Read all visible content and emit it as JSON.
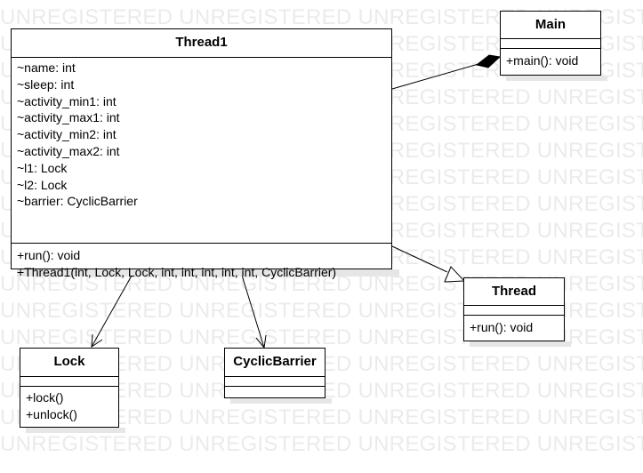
{
  "watermark": {
    "text": "UNREGISTERED UNREGISTERED UNREGISTERED UNREGISTERED UNREGISTERED"
  },
  "classes": {
    "thread1": {
      "name": "Thread1",
      "attributes": [
        "~name: int",
        "~sleep: int",
        "~activity_min1: int",
        "~activity_max1: int",
        "~activity_min2: int",
        "~activity_max2: int",
        "~l1: Lock",
        "~l2: Lock",
        "~barrier: CyclicBarrier"
      ],
      "operations": [
        "+run(): void",
        "+Thread1(int, Lock, Lock, int, int, int, int, int, CyclicBarrier)"
      ]
    },
    "main": {
      "name": "Main",
      "operations": [
        "+main(): void"
      ]
    },
    "thread": {
      "name": "Thread",
      "operations": [
        "+run(): void"
      ]
    },
    "lock": {
      "name": "Lock",
      "operations": [
        "+lock()",
        "+unlock()"
      ]
    },
    "cyclic_barrier": {
      "name": "CyclicBarrier"
    }
  },
  "colors": {
    "line": "#000000",
    "watermark": "#ebebeb",
    "shadow": "#e6e6e6"
  }
}
